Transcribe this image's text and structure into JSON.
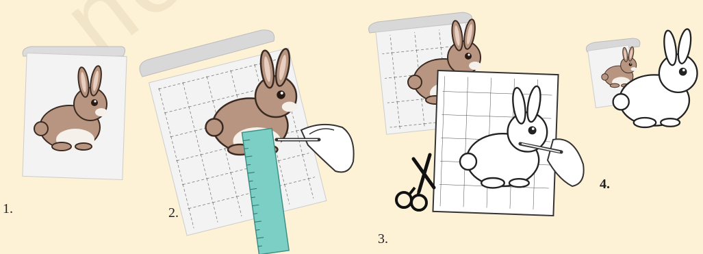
{
  "watermark": "not to be",
  "steps": [
    {
      "label": "1."
    },
    {
      "label": "2."
    },
    {
      "label": "3."
    },
    {
      "label": "4."
    }
  ],
  "colors": {
    "background": "#fdf1d6",
    "rabbit_fill": "#b89580",
    "rabbit_outline": "#3a2a22",
    "ruler": "#7ccfc4",
    "paper": "#f3f3f3"
  },
  "icons": [
    "rabbit-illustration",
    "grid-paper",
    "ruler",
    "hand-with-pen",
    "scissors"
  ]
}
